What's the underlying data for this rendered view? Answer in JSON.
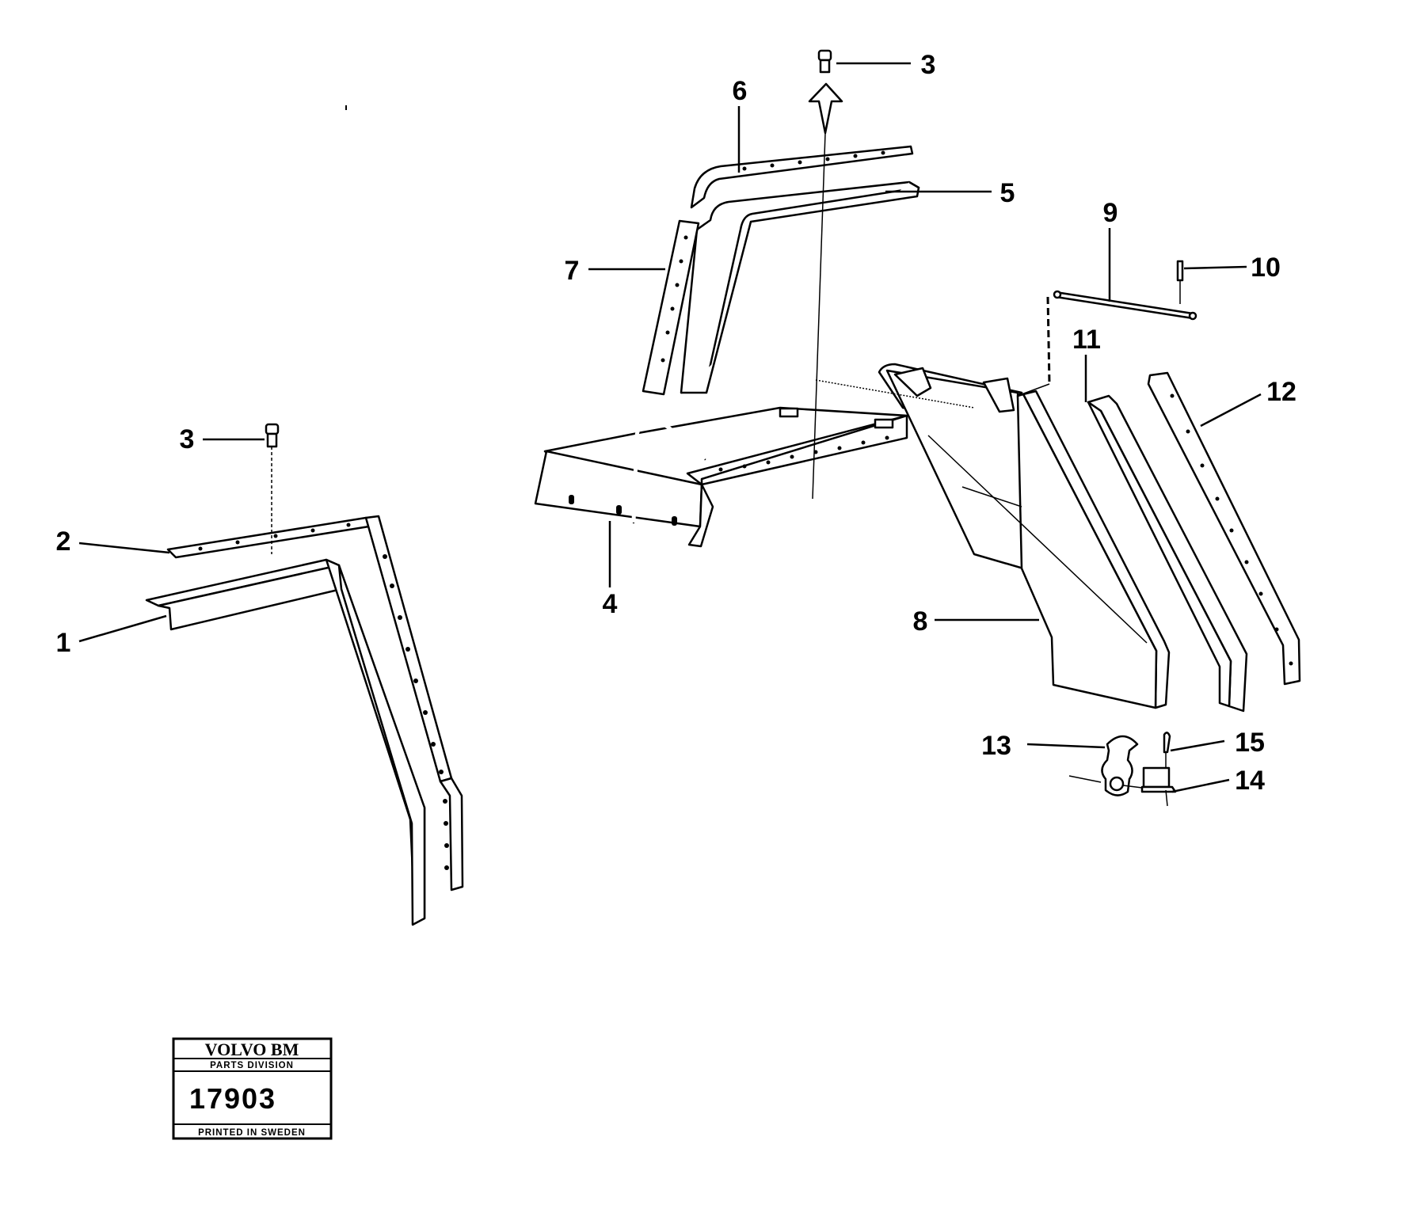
{
  "callouts": {
    "c1": "1",
    "c2": "2",
    "c3a": "3",
    "c3b": "3",
    "c4": "4",
    "c5": "5",
    "c6": "6",
    "c7": "7",
    "c8": "8",
    "c9": "9",
    "c10": "10",
    "c11": "11",
    "c12": "12",
    "c13": "13",
    "c14": "14",
    "c15": "15"
  },
  "stamp": {
    "brand": "VOLVO BM",
    "division": "PARTS DIVISION",
    "number": "17903",
    "printed": "PRINTED IN SWEDEN"
  }
}
